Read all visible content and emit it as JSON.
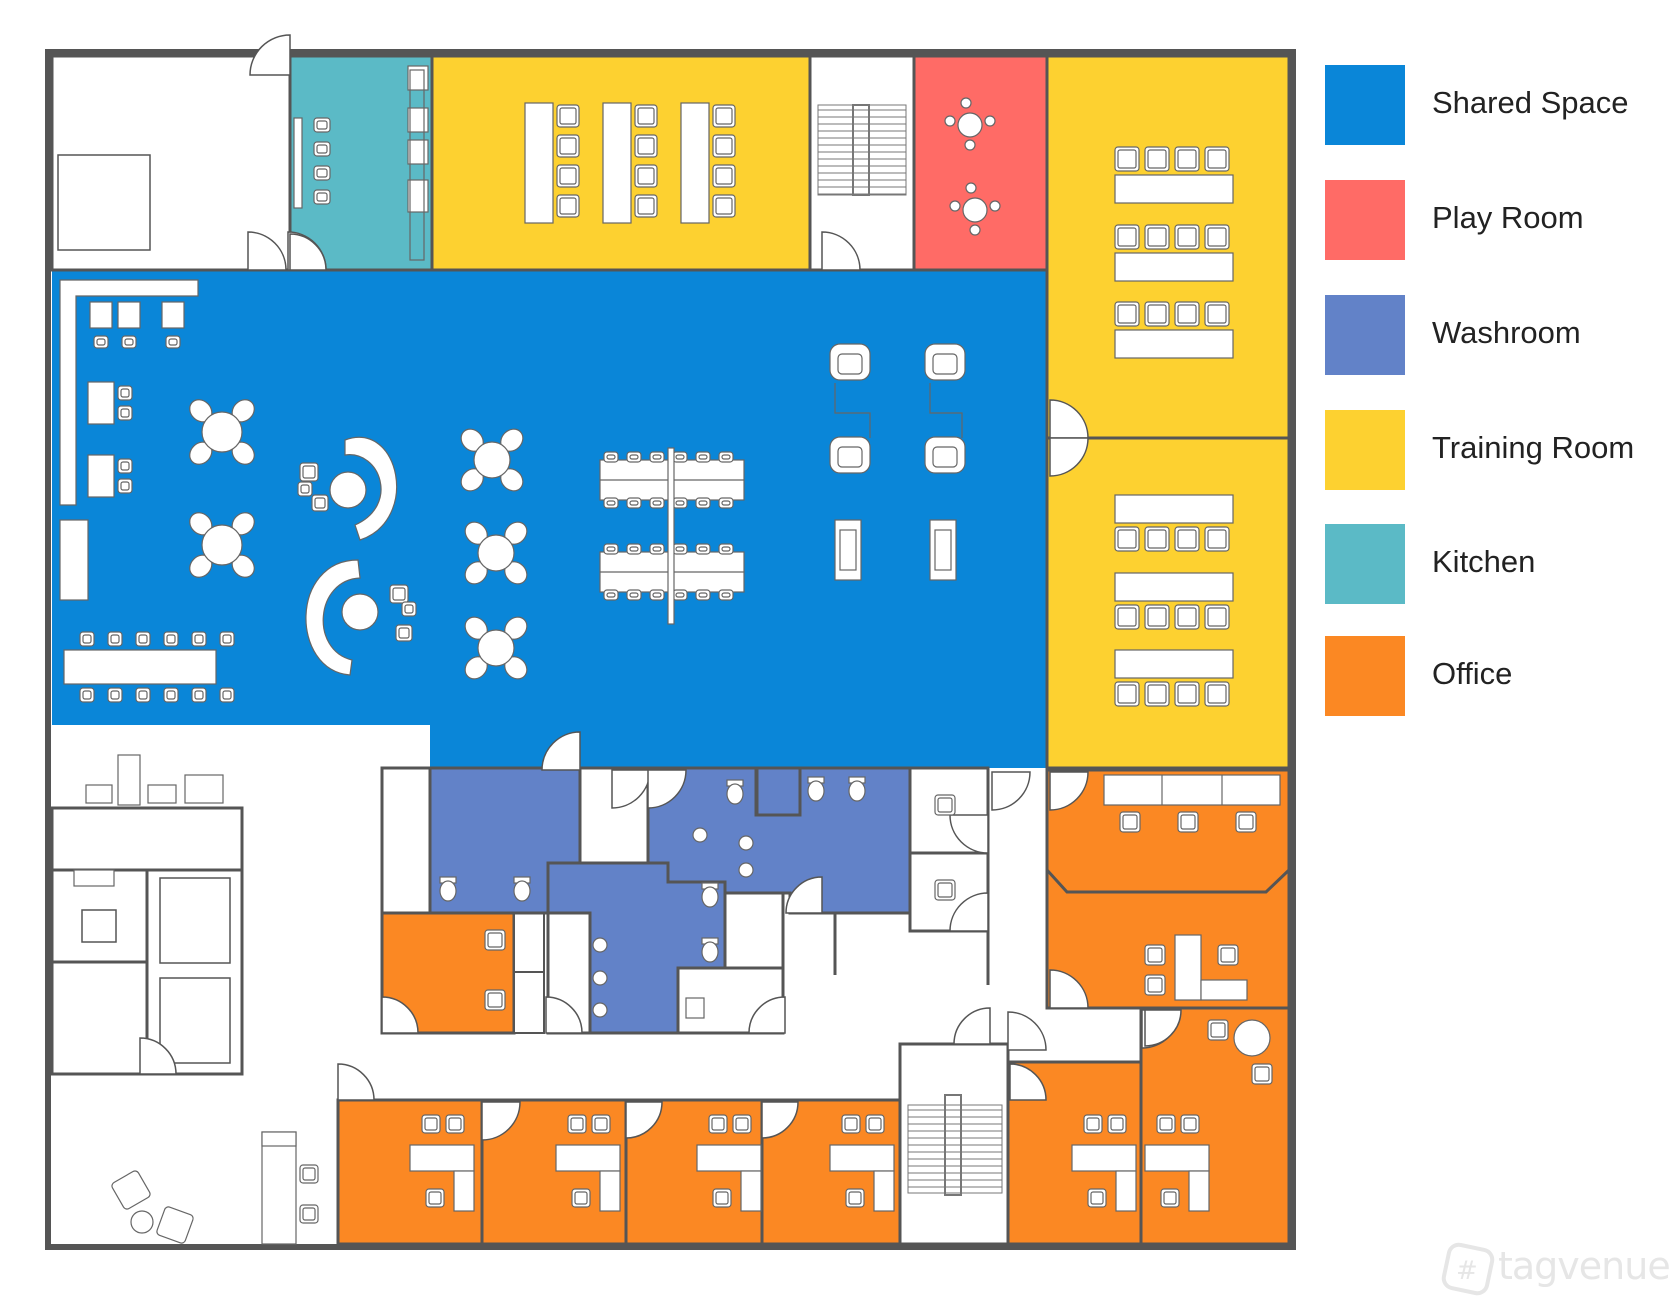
{
  "legend": [
    {
      "key": "shared",
      "label": "Shared Space",
      "color": "#0a86d8"
    },
    {
      "key": "play",
      "label": "Play Room",
      "color": "#ff6b66"
    },
    {
      "key": "washroom",
      "label": "Washroom",
      "color": "#6282c8"
    },
    {
      "key": "training",
      "label": "Training Room",
      "color": "#fdd130"
    },
    {
      "key": "kitchen",
      "label": "Kitchen",
      "color": "#5bbac6"
    },
    {
      "key": "office",
      "label": "Office",
      "color": "#fb8823"
    }
  ],
  "watermark": {
    "text": "tagvenue"
  },
  "colors": {
    "wall": "#555555",
    "floor": "#ffffff",
    "furniture": "#ffffff"
  }
}
